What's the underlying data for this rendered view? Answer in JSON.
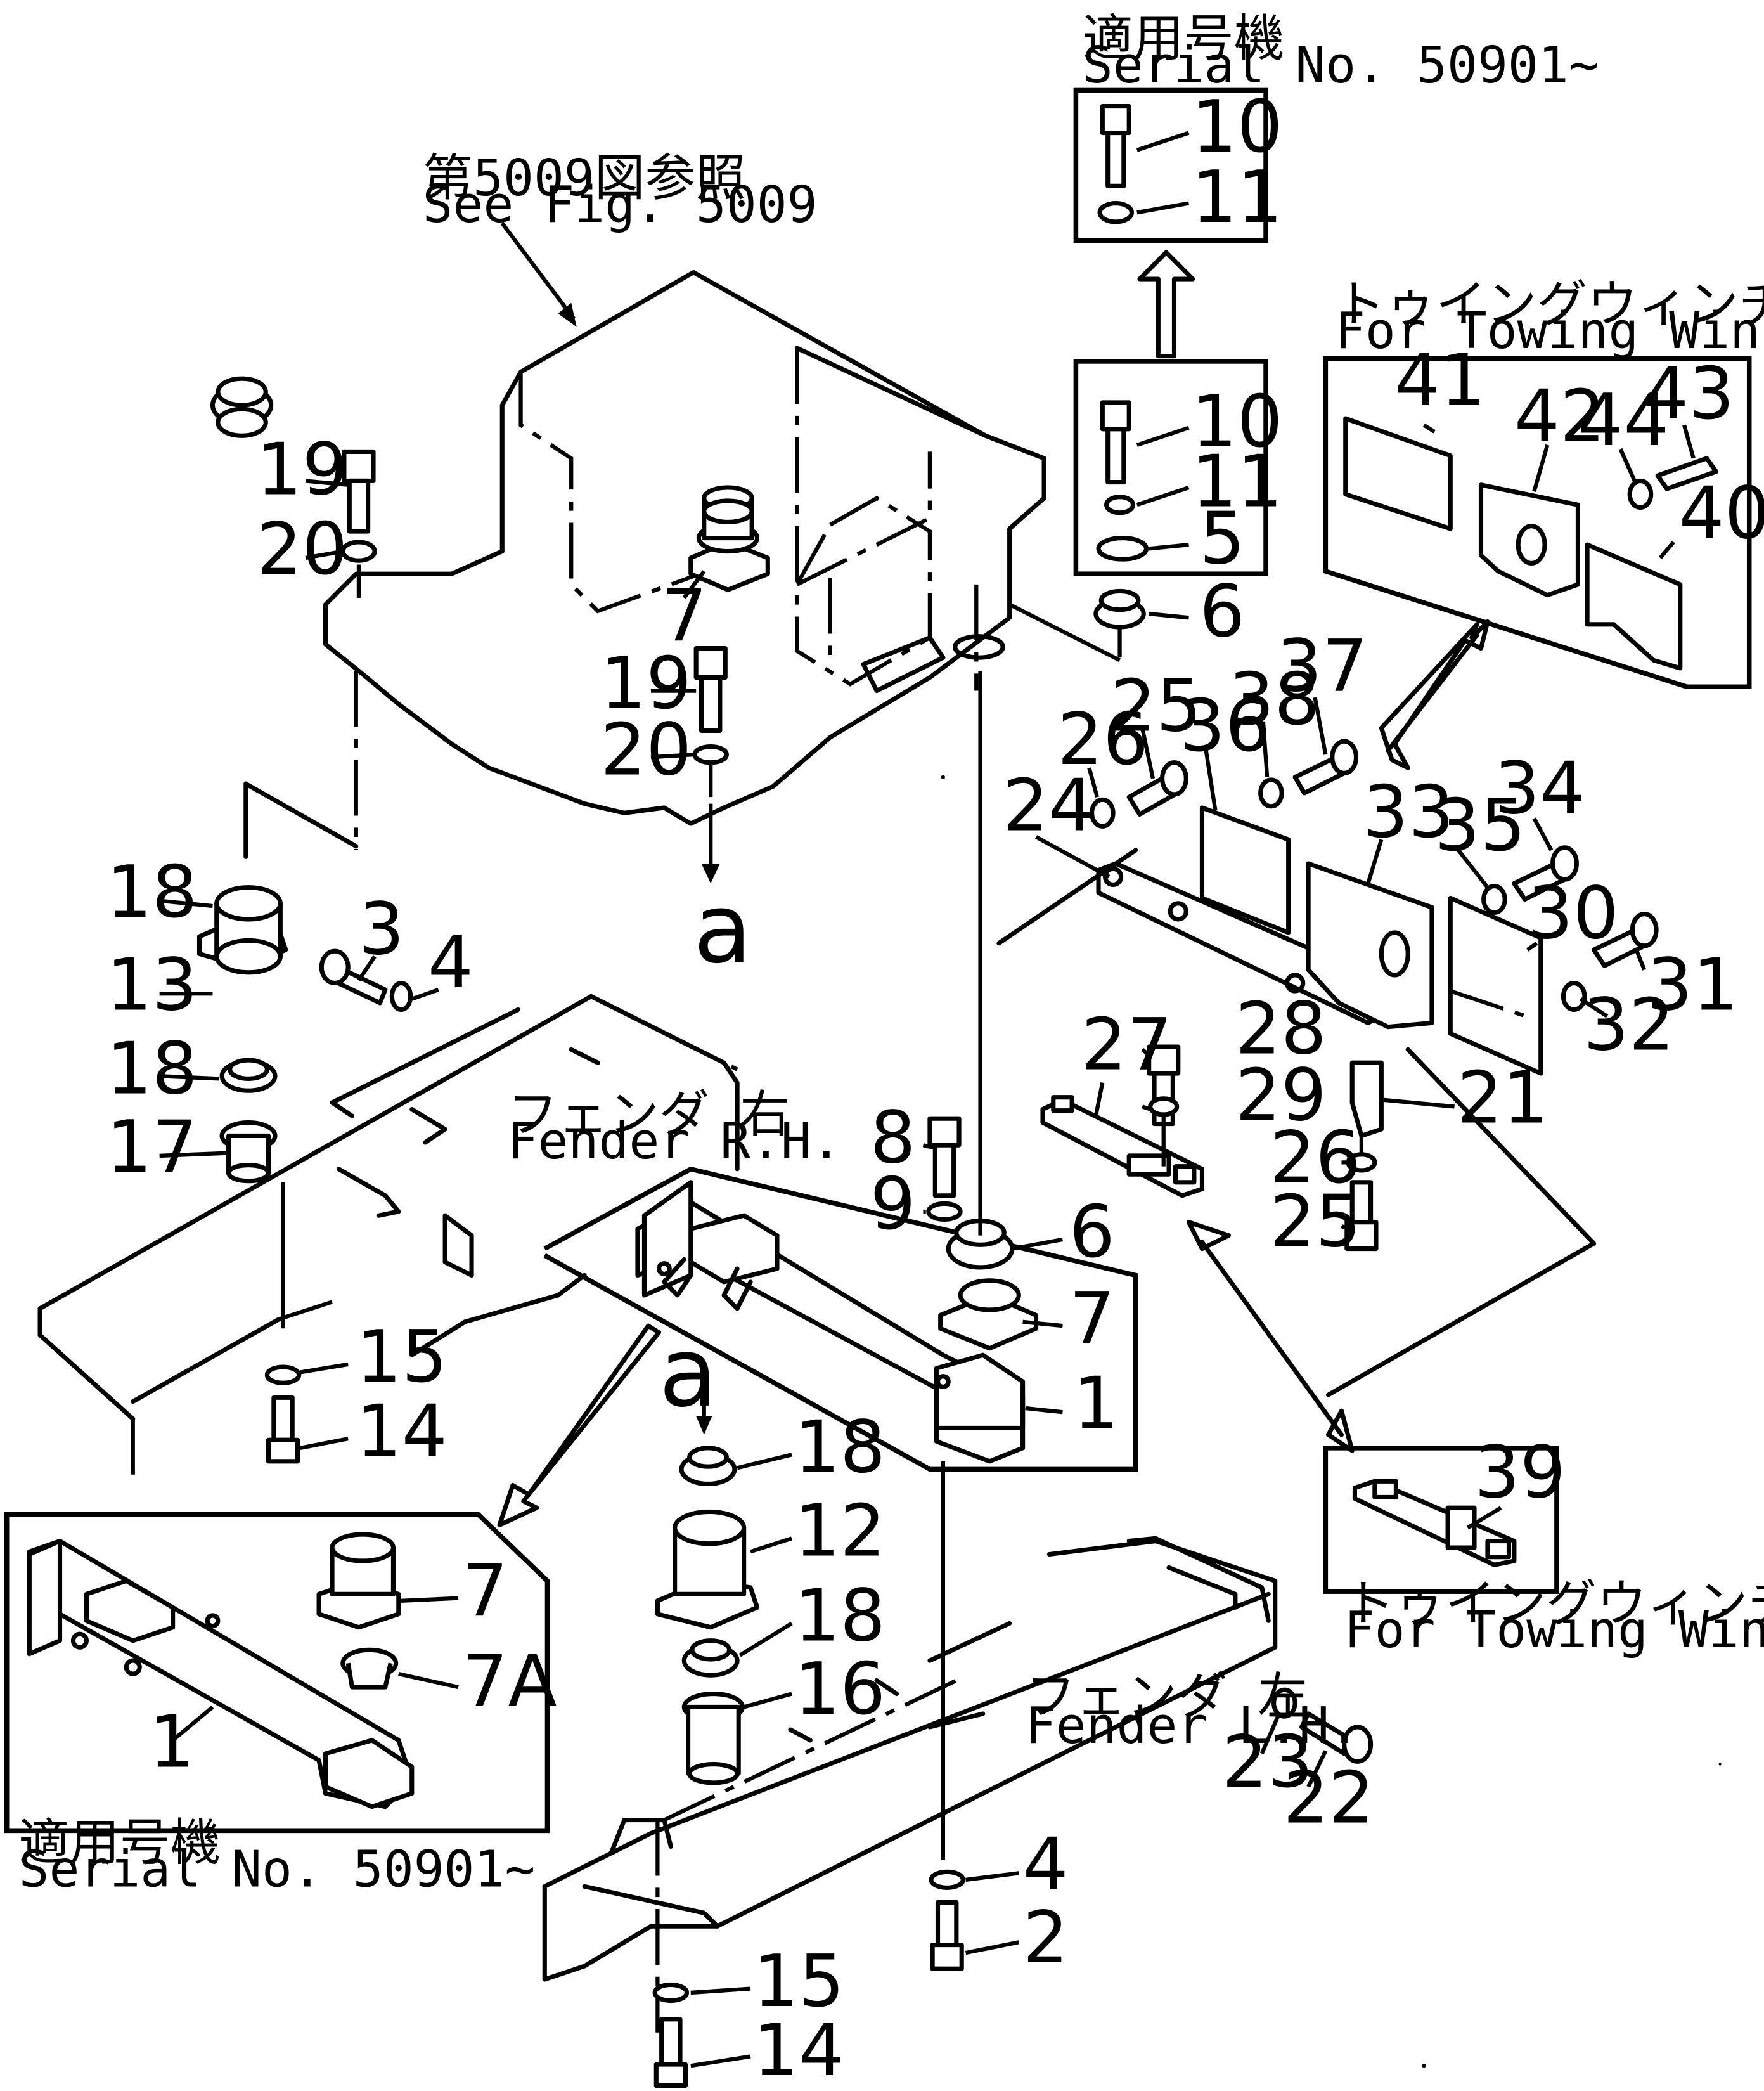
{
  "notes": {
    "serial_top_jp": "適用号機",
    "serial_top_en": "Serial  No. 50901∼",
    "see_fig_jp": "第5009図参照",
    "see_fig_en": "See  Fig. 5009",
    "towing_top_jp": "トゥイングウィンチ用",
    "towing_top_en": "For  Towing  Winch",
    "fender_rh_jp": "フェンダ  右",
    "fender_rh_en": "Fender  R.H.",
    "fender_lh_jp": "フェンダ  左",
    "fender_lh_en": "Fender  L.H.",
    "towing_bottom_jp": "トゥイングウィンチ用",
    "towing_bottom_en": "For  Towing  Winch",
    "serial_bottom_jp": "適用号機",
    "serial_bottom_en": "Serial  No. 50901∼"
  },
  "view_markers": {
    "upper": "a",
    "lower": "a"
  },
  "part_numbers": {
    "p1_main": "1",
    "p1_inset": "1",
    "p2": "2",
    "p3": "3",
    "p4_left": "4",
    "p4_right": "4",
    "p5": "5",
    "p6_upper": "6",
    "p6_lower": "6",
    "p7_tank": "7",
    "p7_main": "7",
    "p7_inset": "7",
    "p7a": "7A",
    "p8": "8",
    "p9": "9",
    "p10_top": "10",
    "p10_mid": "10",
    "p11_top": "11",
    "p11_mid": "11",
    "p12": "12",
    "p13": "13",
    "p14_left": "14",
    "p14_bottom": "14",
    "p15_left": "15",
    "p15_bottom": "15",
    "p16": "16",
    "p17": "17",
    "p18_a": "18",
    "p18_b": "18",
    "p18_c": "18",
    "p18_d": "18",
    "p19_a": "19",
    "p19_b": "19",
    "p20_a": "20",
    "p20_b": "20",
    "p21": "21",
    "p22": "22",
    "p23": "23",
    "p24": "24",
    "p25_a": "25",
    "p25_b": "25",
    "p26_a": "26",
    "p26_b": "26",
    "p27": "27",
    "p28": "28",
    "p29": "29",
    "p30": "30",
    "p31": "31",
    "p32": "32",
    "p33": "33",
    "p34": "34",
    "p35": "35",
    "p36": "36",
    "p37": "37",
    "p38": "38",
    "p39": "39",
    "p40": "40",
    "p41": "41",
    "p42": "42",
    "p43": "43",
    "p44": "44"
  }
}
